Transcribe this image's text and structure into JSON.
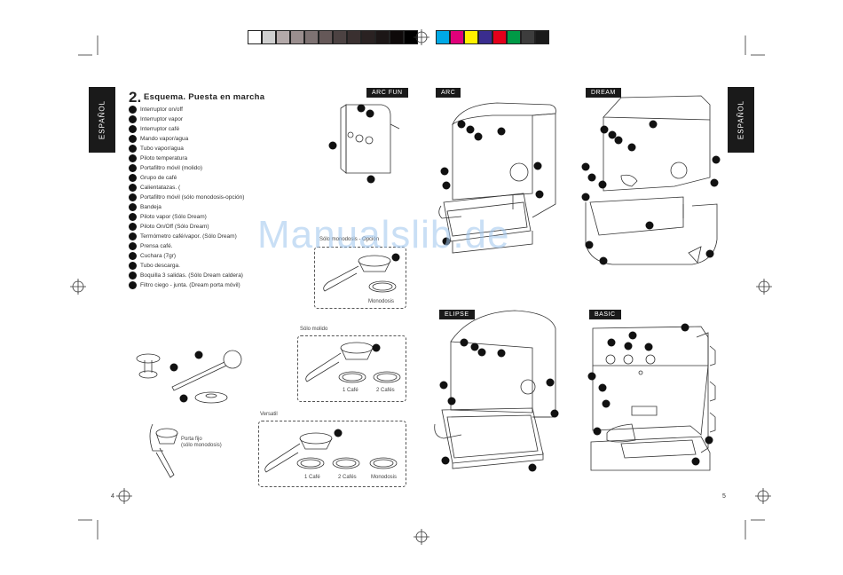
{
  "side_tab_left": "ESPAÑOL",
  "side_tab_right": "ESPAÑOL",
  "section": {
    "number": "2.",
    "title": "Esquema. Puesta en marcha"
  },
  "parts": [
    "Interruptor on/off",
    "Interruptor vapor",
    "Interruptor café",
    "Mando vapor/agua",
    "Tubo vapor/agua",
    "Piloto temperatura",
    "Portafiltro móvil (molido)",
    "Grupo de café",
    "Calientatazas. (",
    "Portafiltro móvil (sólo monodosis-opción)",
    "Bandeja",
    "Piloto vapor (Sólo Dream)",
    "Piloto On/Off (Sólo Dream)",
    "Termómetro café/vapor. (Sólo Dream)",
    "Prensa café.",
    "Cuchara (7gr)",
    "Tubo descarga.",
    "Boquilla 3 salidas. (Sólo Dream caldera)",
    "Filtro ciego - junta. (Dream porta móvil)"
  ],
  "models": {
    "arc_fun": "ARC FUN",
    "arc": "ARC",
    "dream": "DREAM",
    "elipse": "ELIPSE",
    "basic": "BASIC"
  },
  "captions": {
    "solo_monodosis_opcion": "Sólo monodosis - Opción",
    "monodosis": "Monodosis",
    "solo_molido": "Sólo molido",
    "un_cafe": "1 Café",
    "dos_cafes": "2 Cafés",
    "versatil": "Versatil",
    "porta_fijo": "Porta fijo",
    "solo_monodosis": "(sólo monodosis)"
  },
  "page_numbers": {
    "left": "4",
    "right": "5"
  },
  "watermark": "Manualslib.de",
  "colors": {
    "black": "#1a1a1a",
    "watermark": "#9ec5ee",
    "color_bar_gray": [
      "#ffffff",
      "#cfcfcf",
      "#b3a9a9",
      "#9a8e8e",
      "#7e7272",
      "#655858",
      "#4c4242",
      "#3a3030",
      "#2a2222",
      "#1c1616",
      "#0e0a0a",
      "#000000"
    ],
    "color_bar_color": [
      "#00a9e6",
      "#e0007a",
      "#fff200",
      "#3a2d8f",
      "#e3001b",
      "#009a46",
      "#3d3d3d",
      "#1a1a1a"
    ]
  }
}
